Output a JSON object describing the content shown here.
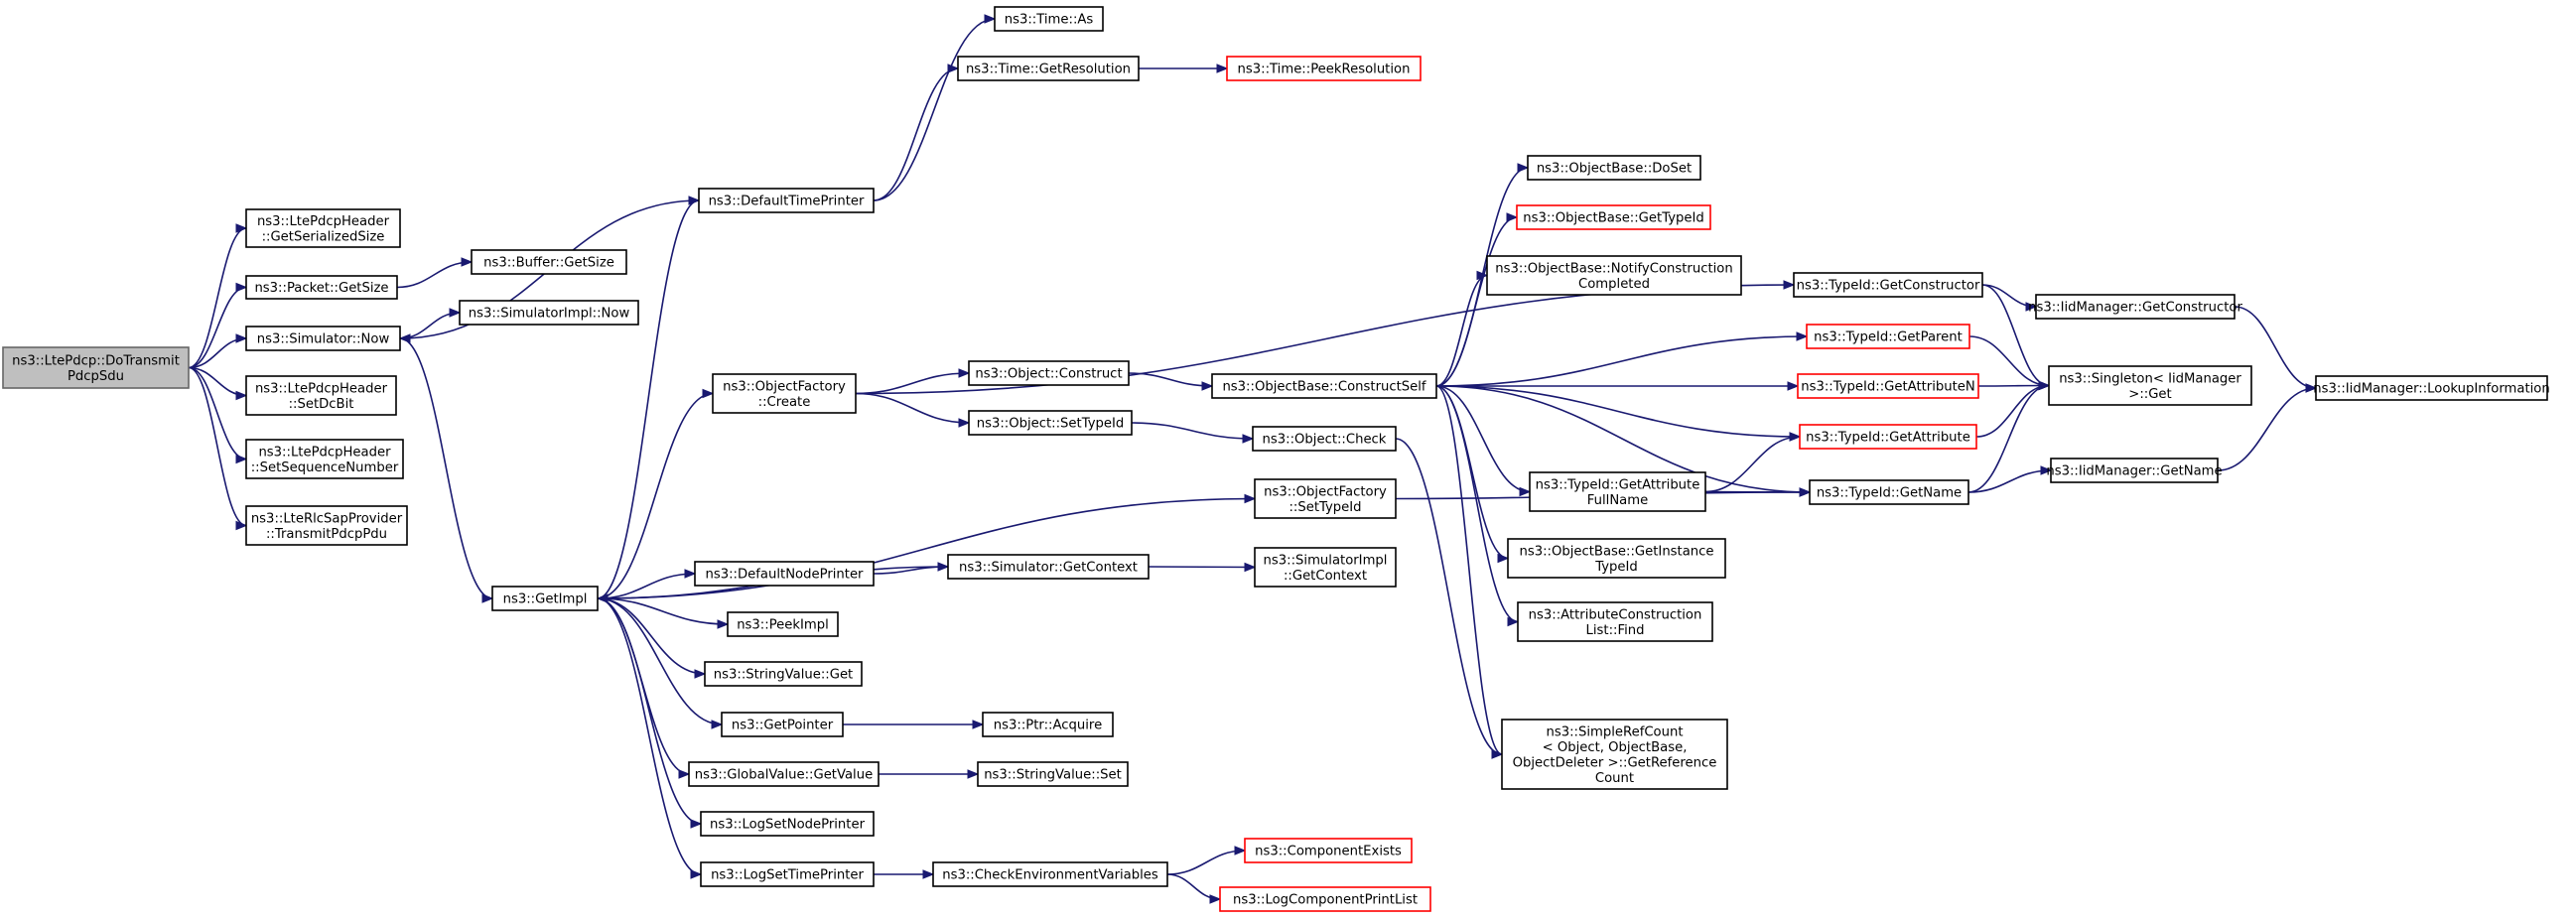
{
  "graph": {
    "type": "call-graph",
    "colors": {
      "edge": "#191970",
      "node_border": "#000000",
      "truncated_node_border": "#ff0000",
      "root_fill": "#bfbfbf",
      "node_fill": "#ffffff"
    },
    "nodes": [
      {
        "id": "root",
        "lines": [
          "ns3::LtePdcp::DoTransmit",
          "PdcpSdu"
        ],
        "root": true
      },
      {
        "id": "getSerializedSize",
        "lines": [
          "ns3::LtePdcpHeader",
          "::GetSerializedSize"
        ]
      },
      {
        "id": "packetGetSize",
        "lines": [
          "ns3::Packet::GetSize"
        ]
      },
      {
        "id": "bufferGetSize",
        "lines": [
          "ns3::Buffer::GetSize"
        ]
      },
      {
        "id": "simNow",
        "lines": [
          "ns3::Simulator::Now"
        ]
      },
      {
        "id": "simImplNow",
        "lines": [
          "ns3::SimulatorImpl::Now"
        ]
      },
      {
        "id": "setDcBit",
        "lines": [
          "ns3::LtePdcpHeader",
          "::SetDcBit"
        ]
      },
      {
        "id": "setSeqNum",
        "lines": [
          "ns3::LtePdcpHeader",
          "::SetSequenceNumber"
        ]
      },
      {
        "id": "transmitPdcpPdu",
        "lines": [
          "ns3::LteRlcSapProvider",
          "::TransmitPdcpPdu"
        ]
      },
      {
        "id": "getImpl",
        "lines": [
          "ns3::GetImpl"
        ]
      },
      {
        "id": "defaultTimePrinter",
        "lines": [
          "ns3::DefaultTimePrinter"
        ]
      },
      {
        "id": "timeAs",
        "lines": [
          "ns3::Time::As"
        ]
      },
      {
        "id": "timeGetRes",
        "lines": [
          "ns3::Time::GetResolution"
        ]
      },
      {
        "id": "timePeekRes",
        "lines": [
          "ns3::Time::PeekResolution"
        ],
        "truncated": true
      },
      {
        "id": "objFactoryCreate",
        "lines": [
          "ns3::ObjectFactory",
          "::Create"
        ]
      },
      {
        "id": "objConstruct",
        "lines": [
          "ns3::Object::Construct"
        ]
      },
      {
        "id": "objSetTypeId",
        "lines": [
          "ns3::Object::SetTypeId"
        ]
      },
      {
        "id": "constructSelf",
        "lines": [
          "ns3::ObjectBase::ConstructSelf"
        ]
      },
      {
        "id": "objCheck",
        "lines": [
          "ns3::Object::Check"
        ]
      },
      {
        "id": "objFactorySetTypeId",
        "lines": [
          "ns3::ObjectFactory",
          "::SetTypeId"
        ]
      },
      {
        "id": "defaultNodePrinter",
        "lines": [
          "ns3::DefaultNodePrinter"
        ]
      },
      {
        "id": "simGetContext",
        "lines": [
          "ns3::Simulator::GetContext"
        ]
      },
      {
        "id": "simImplGetContext",
        "lines": [
          "ns3::SimulatorImpl",
          "::GetContext"
        ]
      },
      {
        "id": "peekImpl",
        "lines": [
          "ns3::PeekImpl"
        ]
      },
      {
        "id": "stringValueGet",
        "lines": [
          "ns3::StringValue::Get"
        ]
      },
      {
        "id": "getPointer",
        "lines": [
          "ns3::GetPointer"
        ]
      },
      {
        "id": "ptrAcquire",
        "lines": [
          "ns3::Ptr::Acquire"
        ]
      },
      {
        "id": "globalValueGetValue",
        "lines": [
          "ns3::GlobalValue::GetValue"
        ]
      },
      {
        "id": "stringValueSet",
        "lines": [
          "ns3::StringValue::Set"
        ]
      },
      {
        "id": "logSetNodePrinter",
        "lines": [
          "ns3::LogSetNodePrinter"
        ]
      },
      {
        "id": "logSetTimePrinter",
        "lines": [
          "ns3::LogSetTimePrinter"
        ]
      },
      {
        "id": "checkEnvVars",
        "lines": [
          "ns3::CheckEnvironmentVariables"
        ]
      },
      {
        "id": "componentExists",
        "lines": [
          "ns3::ComponentExists"
        ],
        "truncated": true
      },
      {
        "id": "logComponentPrintList",
        "lines": [
          "ns3::LogComponentPrintList"
        ],
        "truncated": true
      },
      {
        "id": "objBaseDoSet",
        "lines": [
          "ns3::ObjectBase::DoSet"
        ]
      },
      {
        "id": "objBaseGetTypeId",
        "lines": [
          "ns3::ObjectBase::GetTypeId"
        ],
        "truncated": true
      },
      {
        "id": "notifyConstructionCompleted",
        "lines": [
          "ns3::ObjectBase::NotifyConstruction",
          "Completed"
        ]
      },
      {
        "id": "typeIdGetAttributeFullName",
        "lines": [
          "ns3::TypeId::GetAttribute",
          "FullName"
        ]
      },
      {
        "id": "getInstanceTypeId",
        "lines": [
          "ns3::ObjectBase::GetInstance",
          "TypeId"
        ]
      },
      {
        "id": "attrConstructionListFind",
        "lines": [
          "ns3::AttributeConstruction",
          "List::Find"
        ]
      },
      {
        "id": "simpleRefCount",
        "lines": [
          "ns3::SimpleRefCount",
          "< Object, ObjectBase,",
          "ObjectDeleter >::GetReference",
          "Count"
        ]
      },
      {
        "id": "typeIdGetConstructor",
        "lines": [
          "ns3::TypeId::GetConstructor"
        ]
      },
      {
        "id": "typeIdGetParent",
        "lines": [
          "ns3::TypeId::GetParent"
        ],
        "truncated": true
      },
      {
        "id": "typeIdGetAttributeN",
        "lines": [
          "ns3::TypeId::GetAttributeN"
        ],
        "truncated": true
      },
      {
        "id": "typeIdGetAttribute",
        "lines": [
          "ns3::TypeId::GetAttribute"
        ],
        "truncated": true
      },
      {
        "id": "typeIdGetName",
        "lines": [
          "ns3::TypeId::GetName"
        ]
      },
      {
        "id": "iidGetConstructor",
        "lines": [
          "ns3::IidManager::GetConstructor"
        ]
      },
      {
        "id": "singletonGet",
        "lines": [
          "ns3::Singleton< IidManager",
          ">::Get"
        ]
      },
      {
        "id": "iidGetName",
        "lines": [
          "ns3::IidManager::GetName"
        ]
      },
      {
        "id": "iidLookupInformation",
        "lines": [
          "ns3::IidManager::LookupInformation"
        ]
      }
    ],
    "edges": [
      [
        "root",
        "getSerializedSize"
      ],
      [
        "root",
        "packetGetSize"
      ],
      [
        "root",
        "simNow"
      ],
      [
        "root",
        "setDcBit"
      ],
      [
        "root",
        "setSeqNum"
      ],
      [
        "root",
        "transmitPdcpPdu"
      ],
      [
        "packetGetSize",
        "bufferGetSize"
      ],
      [
        "simNow",
        "simImplNow"
      ],
      [
        "simNow",
        "getImpl"
      ],
      [
        "defaultTimePrinter",
        "simNow"
      ],
      [
        "defaultTimePrinter",
        "timeAs"
      ],
      [
        "defaultTimePrinter",
        "timeGetRes"
      ],
      [
        "timeGetRes",
        "timePeekRes"
      ],
      [
        "getImpl",
        "defaultTimePrinter"
      ],
      [
        "getImpl",
        "objFactoryCreate"
      ],
      [
        "getImpl",
        "objFactorySetTypeId"
      ],
      [
        "getImpl",
        "defaultNodePrinter"
      ],
      [
        "getImpl",
        "peekImpl"
      ],
      [
        "getImpl",
        "stringValueGet"
      ],
      [
        "getImpl",
        "getPointer"
      ],
      [
        "getImpl",
        "globalValueGetValue"
      ],
      [
        "getImpl",
        "logSetNodePrinter"
      ],
      [
        "getImpl",
        "logSetTimePrinter"
      ],
      [
        "simGetContext",
        "getImpl"
      ],
      [
        "defaultNodePrinter",
        "simGetContext"
      ],
      [
        "simGetContext",
        "simImplGetContext"
      ],
      [
        "getPointer",
        "ptrAcquire"
      ],
      [
        "globalValueGetValue",
        "stringValueSet"
      ],
      [
        "logSetTimePrinter",
        "checkEnvVars"
      ],
      [
        "checkEnvVars",
        "componentExists"
      ],
      [
        "checkEnvVars",
        "logComponentPrintList"
      ],
      [
        "objFactoryCreate",
        "objConstruct"
      ],
      [
        "objFactoryCreate",
        "objSetTypeId"
      ],
      [
        "objFactoryCreate",
        "typeIdGetConstructor"
      ],
      [
        "objConstruct",
        "constructSelf"
      ],
      [
        "objSetTypeId",
        "objCheck"
      ],
      [
        "constructSelf",
        "objBaseDoSet"
      ],
      [
        "constructSelf",
        "objBaseGetTypeId"
      ],
      [
        "constructSelf",
        "notifyConstructionCompleted"
      ],
      [
        "constructSelf",
        "typeIdGetParent"
      ],
      [
        "constructSelf",
        "typeIdGetAttributeN"
      ],
      [
        "constructSelf",
        "typeIdGetAttribute"
      ],
      [
        "constructSelf",
        "typeIdGetAttributeFullName"
      ],
      [
        "constructSelf",
        "getInstanceTypeId"
      ],
      [
        "constructSelf",
        "attrConstructionListFind"
      ],
      [
        "constructSelf",
        "simpleRefCount"
      ],
      [
        "constructSelf",
        "typeIdGetName"
      ],
      [
        "objCheck",
        "simpleRefCount"
      ],
      [
        "objFactorySetTypeId",
        "typeIdGetName"
      ],
      [
        "typeIdGetAttributeFullName",
        "typeIdGetAttribute"
      ],
      [
        "typeIdGetAttributeFullName",
        "typeIdGetName"
      ],
      [
        "typeIdGetConstructor",
        "iidGetConstructor"
      ],
      [
        "typeIdGetConstructor",
        "singletonGet"
      ],
      [
        "typeIdGetParent",
        "singletonGet"
      ],
      [
        "typeIdGetAttributeN",
        "singletonGet"
      ],
      [
        "typeIdGetAttribute",
        "singletonGet"
      ],
      [
        "typeIdGetName",
        "singletonGet"
      ],
      [
        "typeIdGetName",
        "iidGetName"
      ],
      [
        "iidGetConstructor",
        "iidLookupInformation"
      ],
      [
        "iidGetName",
        "iidLookupInformation"
      ]
    ]
  }
}
